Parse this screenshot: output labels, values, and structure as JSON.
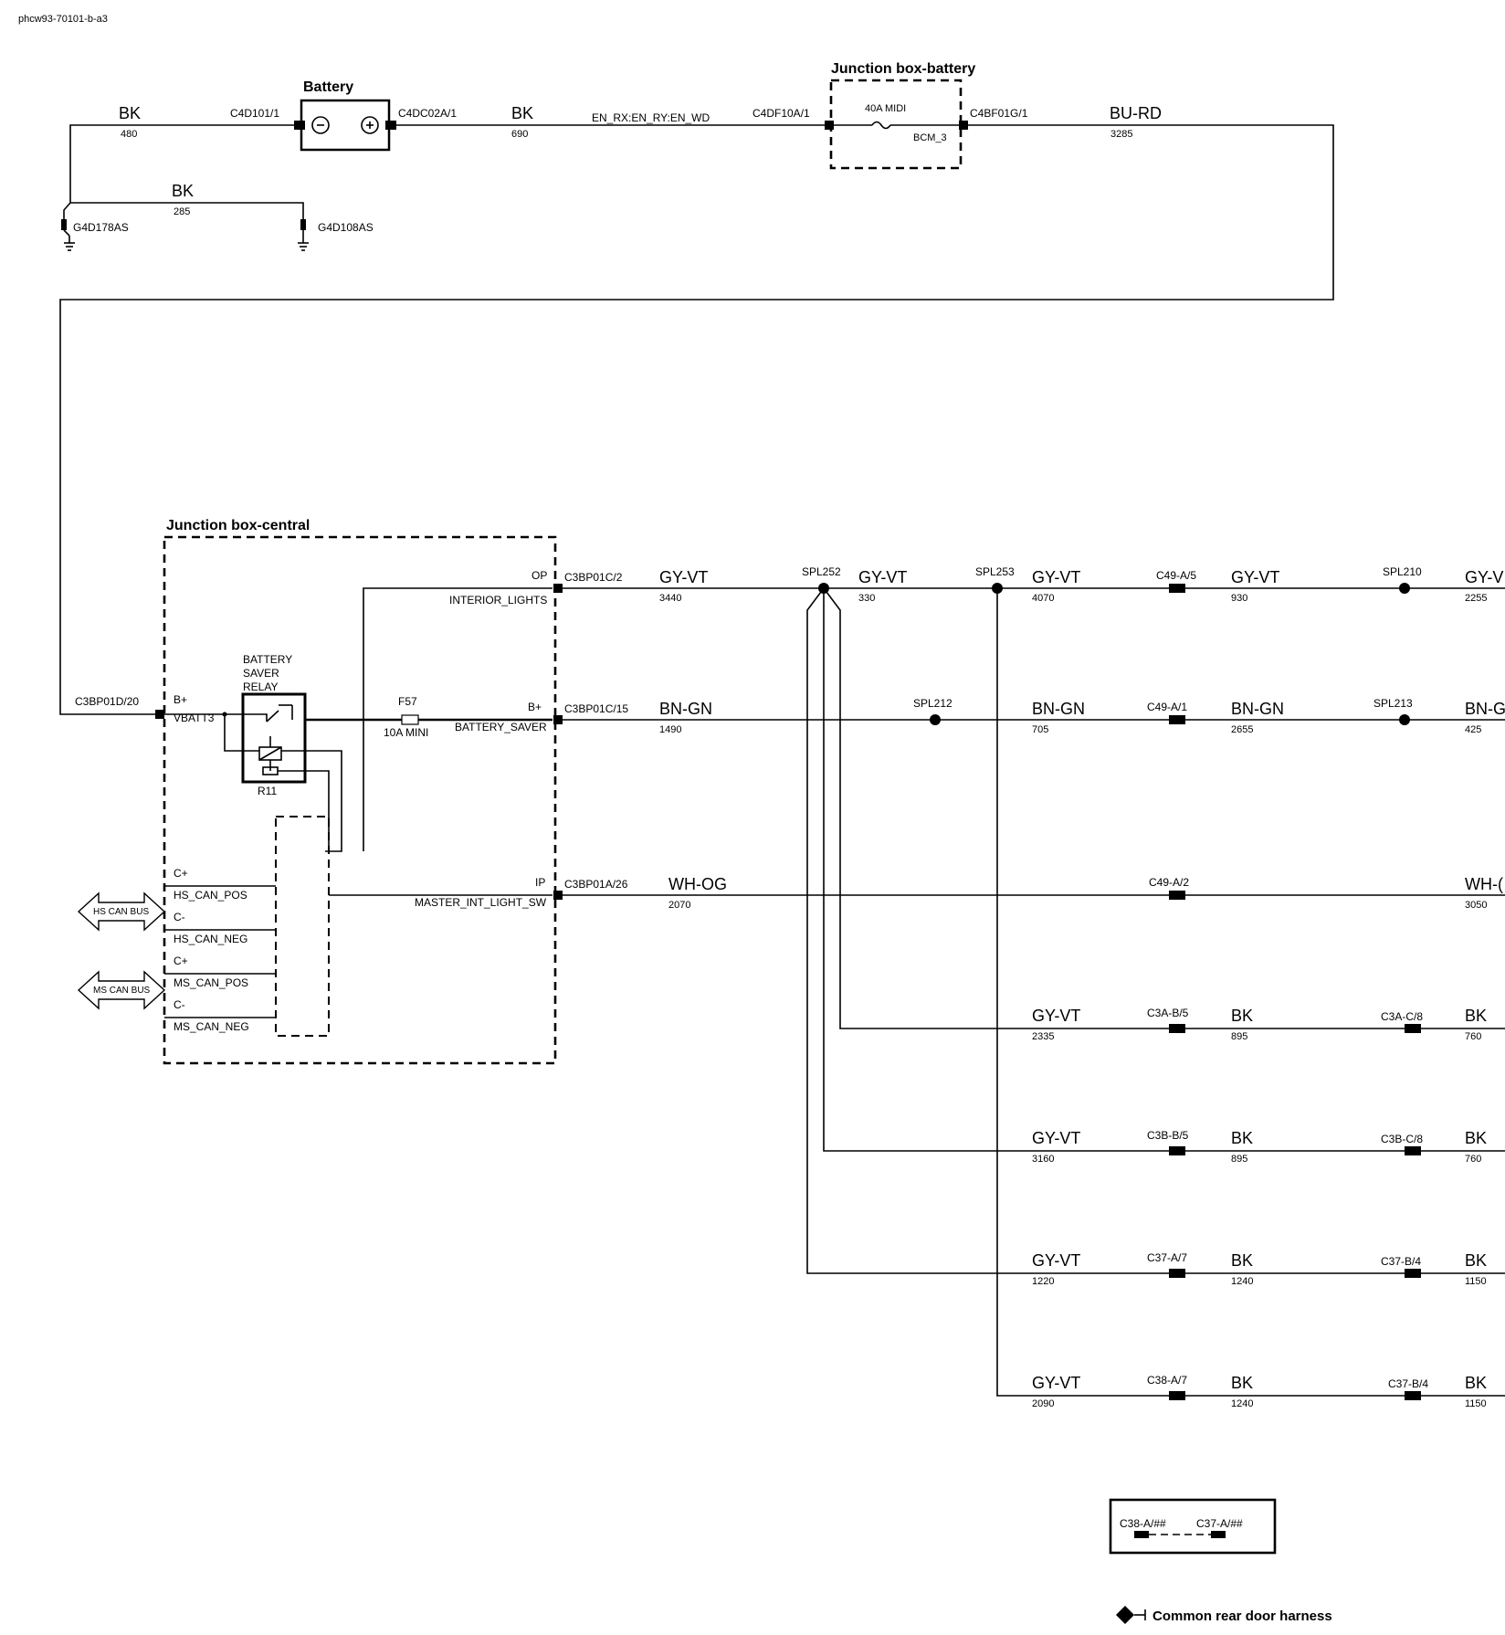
{
  "figure_id": "phcw93-70101-b-a3",
  "titles": {
    "battery": "Battery",
    "jb_battery": "Junction box-battery",
    "jb_central": "Junction box-central"
  },
  "top": {
    "w1_color": "BK",
    "w1_num": "480",
    "c1": "C4D101/1",
    "c2": "C4DC02A/1",
    "w2_color": "BK",
    "w2_num": "690",
    "net": "EN_RX:EN_RY:EN_WD",
    "c3": "C4DF10A/1",
    "fuse": "40A MIDI",
    "bcm": "BCM_3",
    "c4": "C4BF01G/1",
    "w3_color": "BU-RD",
    "w3_num": "3285",
    "g_color": "BK",
    "g_num": "285",
    "g1": "G4D178AS",
    "g2": "G4D108AS"
  },
  "jbc": {
    "input_conn": "C3BP01D/20",
    "bplus": "B+",
    "vbatt": "VBATT3",
    "relay": [
      "BATTERY",
      "SAVER",
      "RELAY"
    ],
    "relay_ref": "R11",
    "fuse_ref": "F57",
    "fuse_val": "10A MINI",
    "op": "OP",
    "interior": "INTERIOR_LIGHTS",
    "bplus2": "B+",
    "saver": "BATTERY_SAVER",
    "ip": "IP",
    "master": "MASTER_INT_LIGHT_SW",
    "cplus": "C+",
    "cminus": "C-",
    "hs_pos": "HS_CAN_POS",
    "hs_neg": "HS_CAN_NEG",
    "ms_pos": "MS_CAN_POS",
    "ms_neg": "MS_CAN_NEG",
    "hs_bus": "HS CAN BUS",
    "ms_bus": "MS CAN BUS"
  },
  "row1": {
    "conn": "C3BP01C/2",
    "a_color": "GY-VT",
    "a_num": "3440",
    "spl1": "SPL252",
    "b_color": "GY-VT",
    "b_num": "330",
    "spl2": "SPL253",
    "c_color": "GY-VT",
    "c_num": "4070",
    "c_conn": "C49-A/5",
    "d_color": "GY-VT",
    "d_num": "930",
    "spl3": "SPL210",
    "e_color": "GY-V",
    "e_num": "2255"
  },
  "row2": {
    "conn": "C3BP01C/15",
    "a_color": "BN-GN",
    "a_num": "1490",
    "spl1": "SPL212",
    "c_color": "BN-GN",
    "c_num": "705",
    "c_conn": "C49-A/1",
    "d_color": "BN-GN",
    "d_num": "2655",
    "spl3": "SPL213",
    "e_color": "BN-G",
    "e_num": "425"
  },
  "row3": {
    "conn": "C3BP01A/26",
    "a_color": "WH-OG",
    "a_num": "2070",
    "c_conn": "C49-A/2",
    "e_color": "WH-(",
    "e_num": "3050"
  },
  "row4": {
    "a_color": "GY-VT",
    "a_num": "2335",
    "c1": "C3A-B/5",
    "b_color": "BK",
    "b_num": "895",
    "c2": "C3A-C/8",
    "e_color": "BK",
    "e_num": "760"
  },
  "row5": {
    "a_color": "GY-VT",
    "a_num": "3160",
    "c1": "C3B-B/5",
    "b_color": "BK",
    "b_num": "895",
    "c2": "C3B-C/8",
    "e_color": "BK",
    "e_num": "760"
  },
  "row6": {
    "a_color": "GY-VT",
    "a_num": "1220",
    "c1": "C37-A/7",
    "b_color": "BK",
    "b_num": "1240",
    "c2": "C37-B/4",
    "e_color": "BK",
    "e_num": "1150"
  },
  "row7": {
    "a_color": "GY-VT",
    "a_num": "2090",
    "c1": "C38-A/7",
    "b_color": "BK",
    "b_num": "1240",
    "c2": "C37-B/4",
    "e_color": "BK",
    "e_num": "1150"
  },
  "legend": {
    "c1": "C38-A/##",
    "c2": "C37-A/##",
    "harness": "Common rear door harness"
  }
}
